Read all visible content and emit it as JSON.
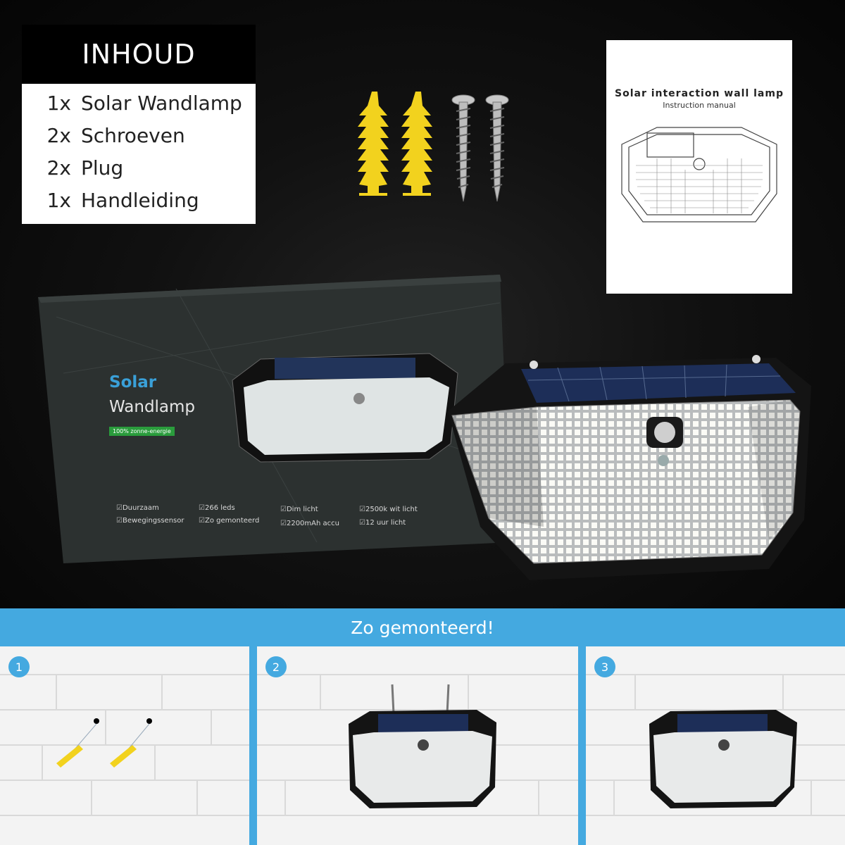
{
  "contents": {
    "title": "INHOUD",
    "items": [
      {
        "qty": "1x",
        "label": "Solar Wandlamp"
      },
      {
        "qty": "2x",
        "label": "Schroeven"
      },
      {
        "qty": "2x",
        "label": "Plug"
      },
      {
        "qty": "1x",
        "label": "Handleiding"
      }
    ]
  },
  "manual": {
    "title": "Solar interaction wall lamp",
    "subtitle": "Instruction manual"
  },
  "box": {
    "brand": "Solar",
    "product": "Wandlamp",
    "tag": "100% zonne-energie",
    "features": [
      "Duurzaam",
      "Bewegingssensor",
      "266 leds",
      "Zo gemonteerd",
      "Dim licht",
      "2200mAh accu",
      "2500k wit licht",
      "12 uur licht"
    ]
  },
  "installation": {
    "title": "Zo gemonteerd!",
    "steps": [
      "1",
      "2",
      "3"
    ]
  },
  "colors": {
    "accent": "#44a9e0",
    "plug": "#f2d21e",
    "tag_green": "#2a9c3c"
  }
}
